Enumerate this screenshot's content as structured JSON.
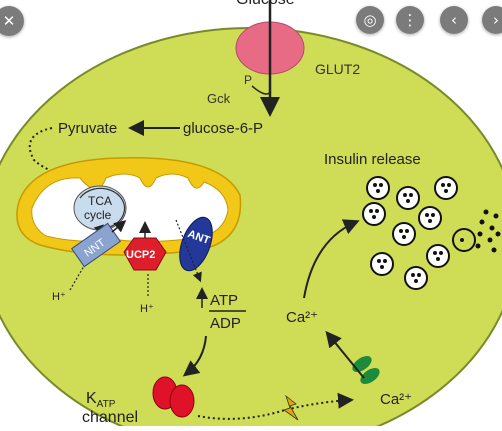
{
  "labels": {
    "glucose": "Glucose",
    "glut2": "GLUT2",
    "p": "P",
    "gck": "Gck",
    "g6p": "glucose-6-P",
    "pyruvate": "Pyruvate",
    "tca_line1": "TCA",
    "tca_line2": "cycle",
    "nnt": "NNT",
    "ucp2": "UCP2",
    "ant": "ANT",
    "h_plus": "H⁺",
    "atp": "ATP",
    "adp": "ADP",
    "katp_k": "K",
    "katp_sub": "ATP",
    "channel": "channel",
    "ca_inside": "Ca²⁺",
    "ca_outside": "Ca²⁺",
    "insulin_release": "Insulin release"
  },
  "colors": {
    "cell": "#cfdc55",
    "cell_outline": "#7a8a2a",
    "glut2": "#e86b86",
    "mito_outer": "#f2c818",
    "mito_inner": "#ffffff",
    "tca": "#c9dced",
    "nnt": "#8aa3cf",
    "ucp2": "#dc1f2a",
    "ant": "#24389a",
    "katp": "#e0122a",
    "ca_channel": "#1c8c3c"
  },
  "toolbar": {
    "close_icon": "close-icon",
    "lens_icon": "lens-icon",
    "more_icon": "more-vertical-icon",
    "prev_icon": "chevron-left-icon",
    "next_icon": "chevron-right-icon"
  }
}
